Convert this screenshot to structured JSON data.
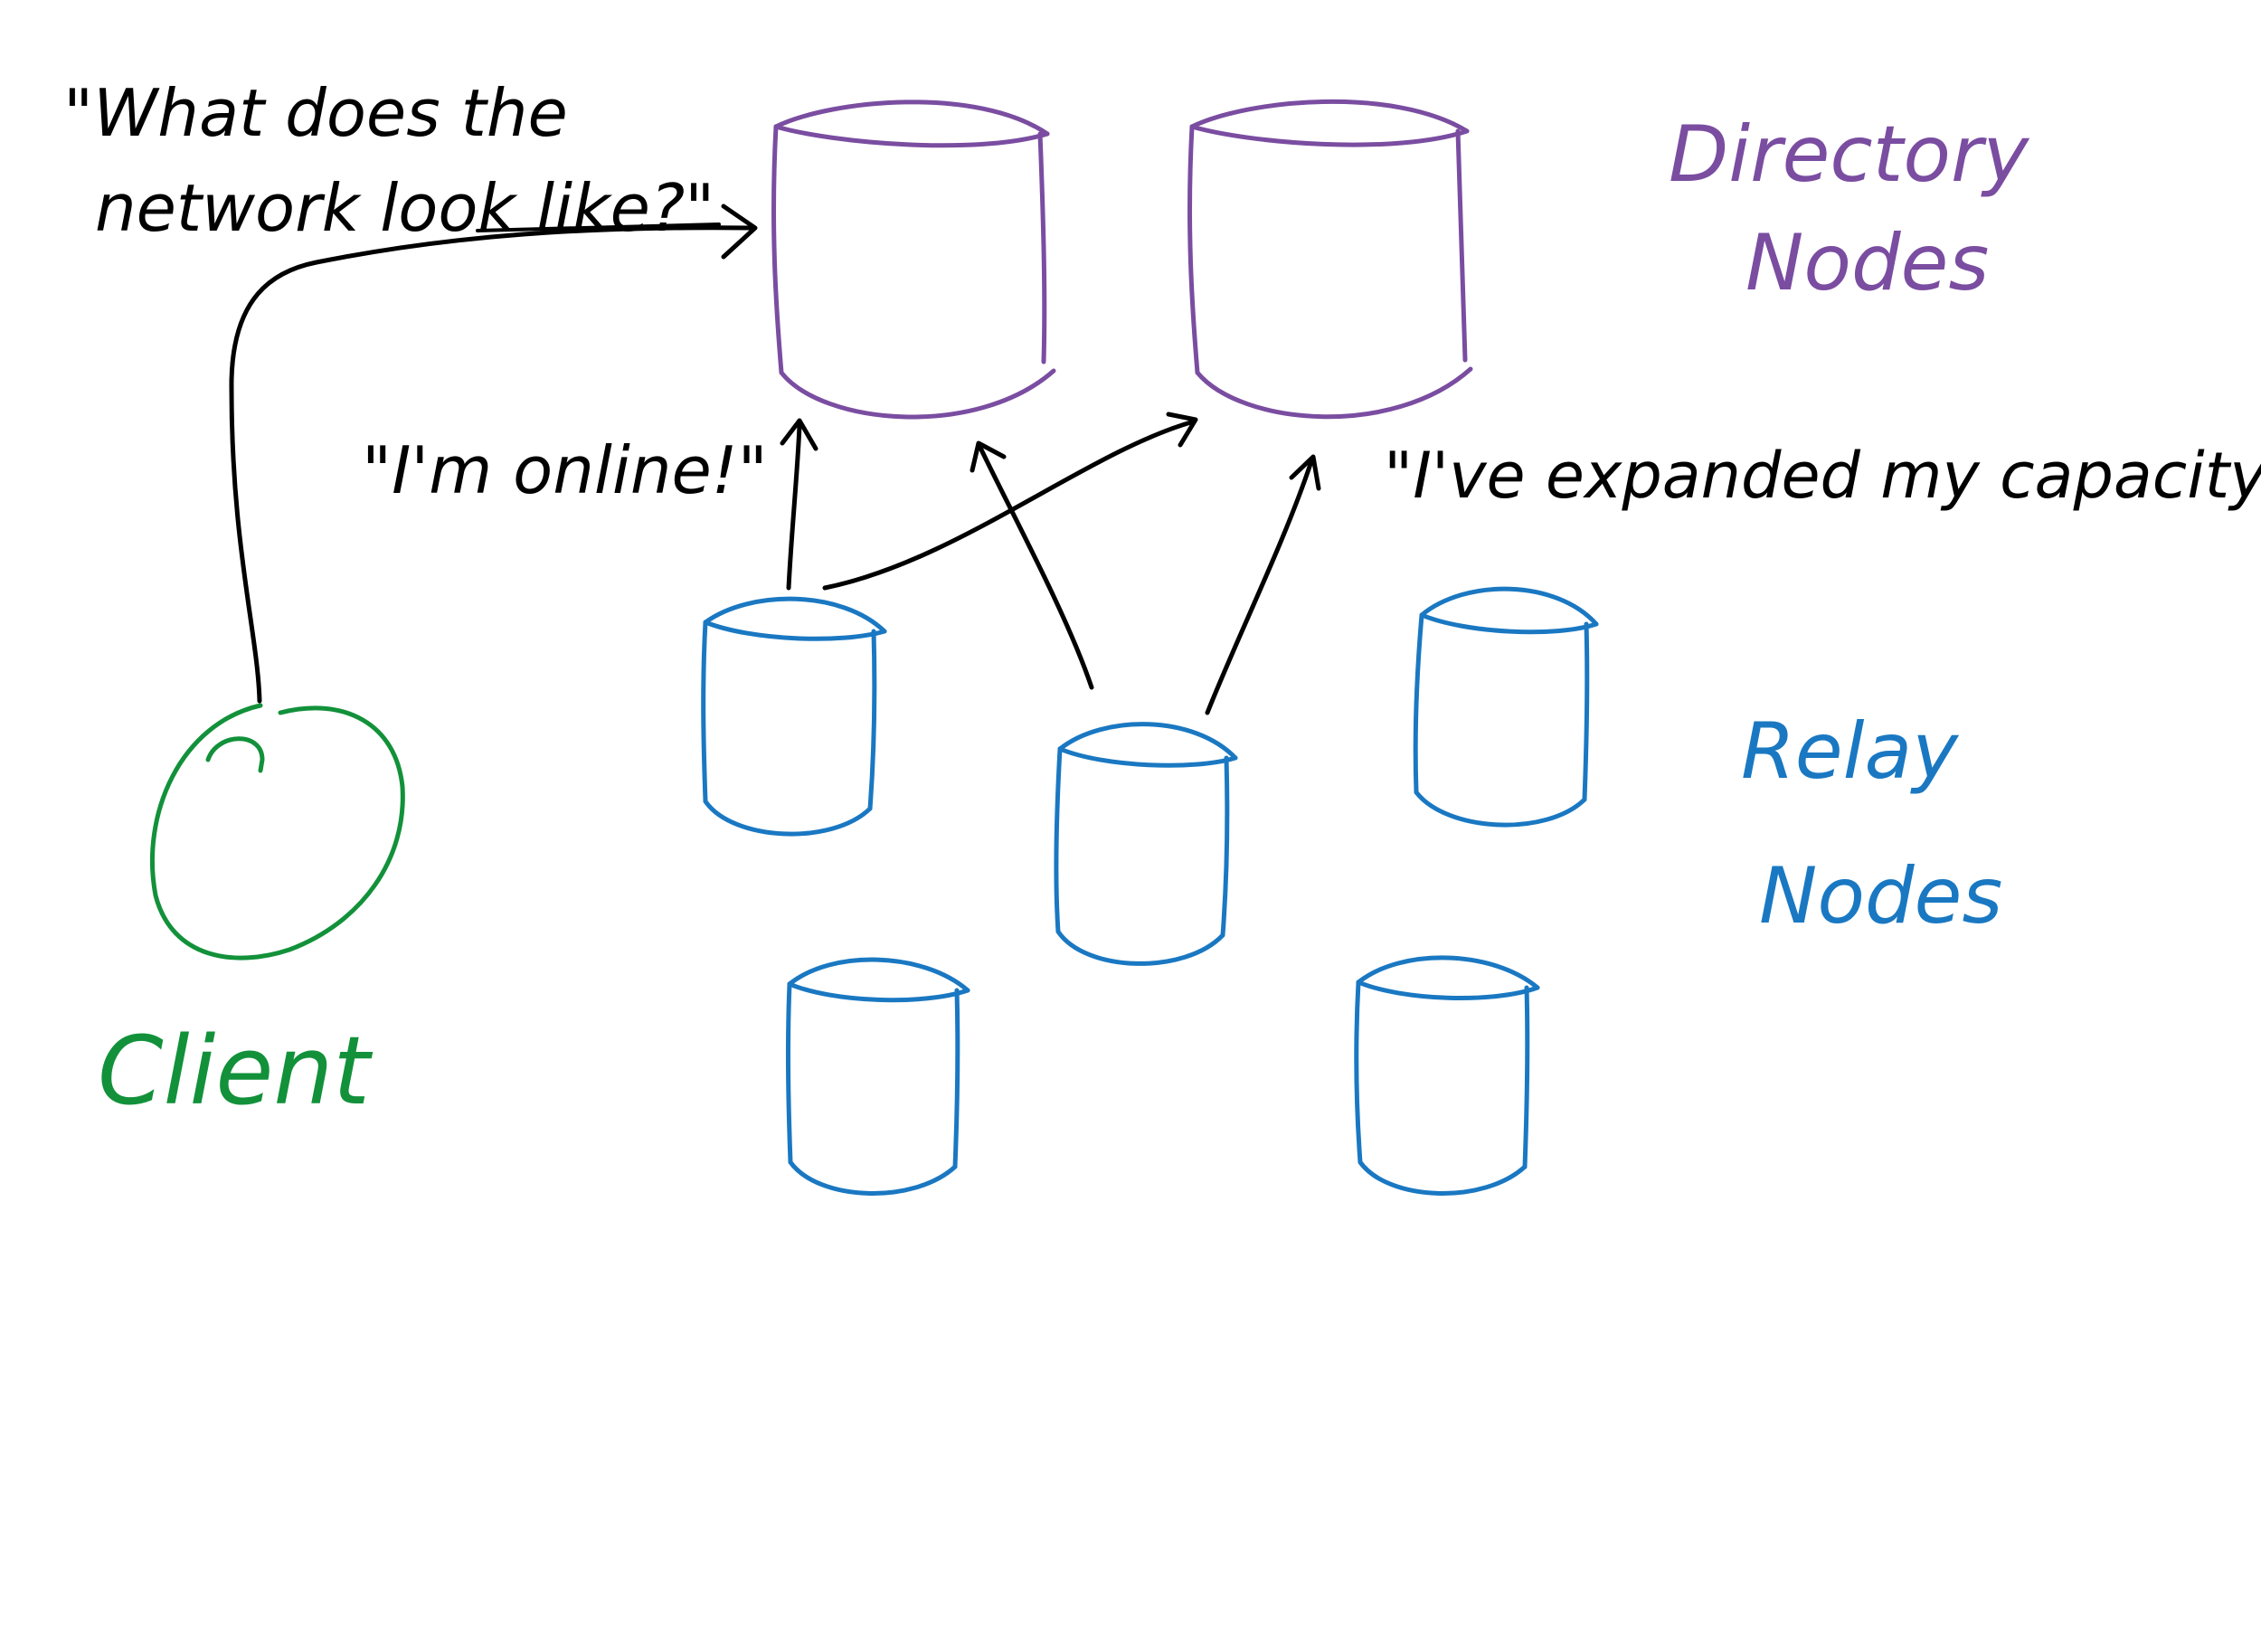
{
  "colors": {
    "directory": "#7a4da1",
    "relay": "#1a78c2",
    "client": "#12913a",
    "ink": "#000000",
    "background": "#ffffff"
  },
  "labels": {
    "directory_nodes": [
      "Directory",
      "Nodes"
    ],
    "relay_nodes": [
      "Relay",
      "Nodes"
    ],
    "client": "Client"
  },
  "speech": {
    "client_question": [
      "\"What does the",
      "network look like?\""
    ],
    "relay_online": "\"I'm online!\"",
    "relay_capacity": "\"I've expanded my capacity!\""
  },
  "nodes": {
    "directory": [
      {
        "id": "directory-node-1"
      },
      {
        "id": "directory-node-2"
      }
    ],
    "relay": [
      {
        "id": "relay-node-1"
      },
      {
        "id": "relay-node-2"
      },
      {
        "id": "relay-node-3"
      },
      {
        "id": "relay-node-4"
      },
      {
        "id": "relay-node-5"
      }
    ],
    "client": {
      "id": "client-node"
    }
  },
  "edges": [
    {
      "id": "client-to-directory-1",
      "from": "client-node",
      "to": "directory-node-1"
    },
    {
      "id": "relay-1-to-directory-1",
      "from": "relay-node-1",
      "to": "directory-node-1"
    },
    {
      "id": "relay-1-to-directory-2",
      "from": "relay-node-1",
      "to": "directory-node-2"
    },
    {
      "id": "relay-2-to-directory-1",
      "from": "relay-node-2",
      "to": "directory-node-1"
    },
    {
      "id": "relay-2-to-directory-2",
      "from": "relay-node-2",
      "to": "directory-node-2"
    }
  ]
}
